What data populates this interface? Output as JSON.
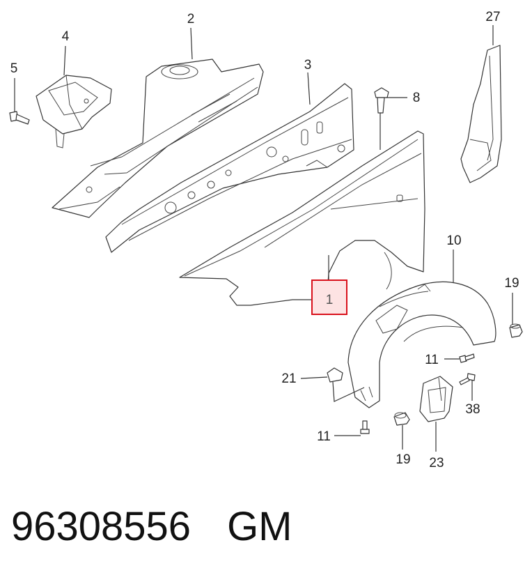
{
  "callouts": {
    "c1": "1",
    "c2": "2",
    "c3": "3",
    "c4": "4",
    "c5": "5",
    "c8": "8",
    "c10": "10",
    "c11a": "11",
    "c11b": "11",
    "c19a": "19",
    "c19b": "19",
    "c21": "21",
    "c23": "23",
    "c27": "27",
    "c38": "38"
  },
  "footer": {
    "part_number": "96308556",
    "brand": "GM"
  },
  "colors": {
    "highlight": "#d9101b",
    "highlight_fill": "#fde3e3"
  }
}
